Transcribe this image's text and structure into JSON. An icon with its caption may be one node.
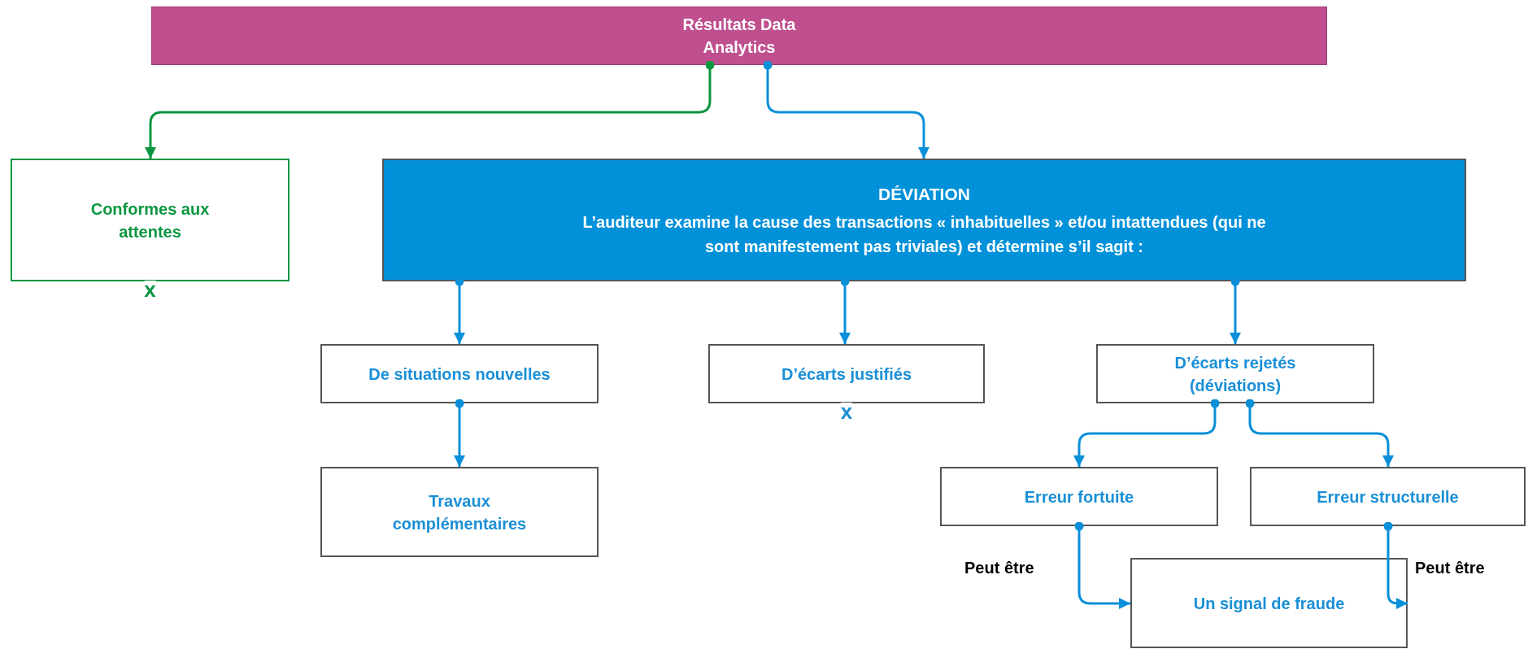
{
  "diagram": {
    "nodes": [
      {
        "text": [
          "Résultats Data Analytics"
        ]
      },
      {
        "text": [
          "Conformes aux attentes"
        ],
        "beside": [
          "x"
        ]
      },
      {
        "text": [
          "DÉVIATION",
          "L’auditeur examine la cause des transactions « inhabituelles » et/ou intattendues (qui ne sont manifestement pas triviales) et détermine s’il sagit :"
        ]
      },
      {
        "text": [
          "De situations nouvelles"
        ]
      },
      {
        "text": [
          "D’écarts justifiés"
        ],
        "beside": [
          "x"
        ]
      },
      {
        "text": [
          "D’écarts rejetés (déviations)"
        ]
      },
      {
        "text": [
          "Travaux complémentaires"
        ]
      },
      {
        "text": [
          "Erreur fortuite"
        ]
      },
      {
        "text": [
          "Erreur structurelle"
        ]
      },
      {
        "text": [
          "Un signal de fraude"
        ]
      }
    ],
    "edges": [
      {
        "from": 0,
        "to": 1,
        "arrow": "to",
        "color": "#0a9640"
      },
      {
        "from": 0,
        "to": 2,
        "arrow": "to"
      },
      {
        "from": 2,
        "to": 3,
        "arrow": "to"
      },
      {
        "from": 2,
        "to": 4,
        "arrow": "to"
      },
      {
        "from": 2,
        "to": 5,
        "arrow": "to"
      },
      {
        "from": 3,
        "to": 6,
        "arrow": "to"
      },
      {
        "from": 5,
        "to": 7,
        "arrow": "to"
      },
      {
        "from": 5,
        "to": 8,
        "arrow": "to"
      },
      {
        "from": 7,
        "to": 9,
        "arrow": "to",
        "label": "Peut être"
      },
      {
        "from": 8,
        "to": 9,
        "arrow": "to",
        "label": "Peut être"
      }
    ]
  }
}
